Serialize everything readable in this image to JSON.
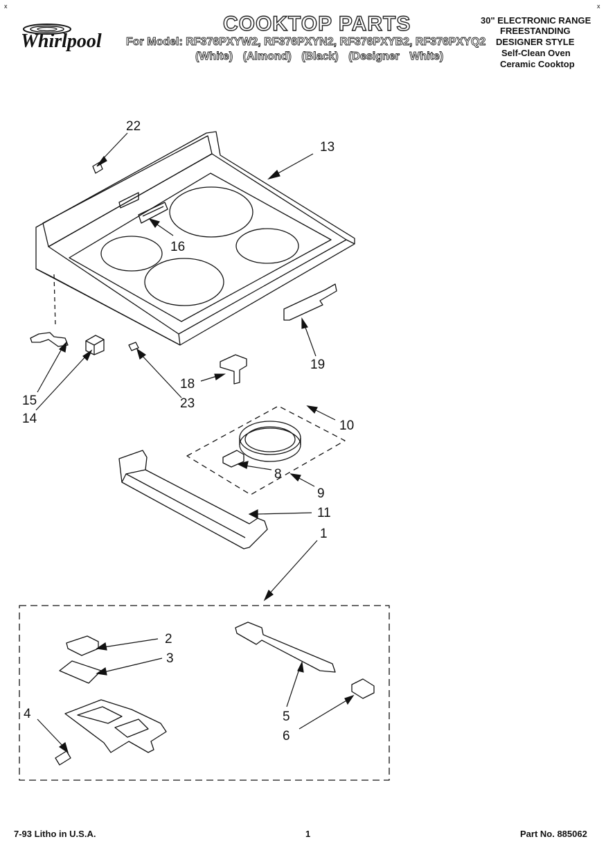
{
  "header": {
    "brand": "Whirlpool",
    "title": "COOKTOP PARTS",
    "models_line": "For Model: RF376PXYW2, RF376PXYN2, RF376PXYB2, RF376PXYQ2",
    "colors_line": "(White)  (Almond)  (Black)  (Designer White)",
    "spec_lines": [
      "30\" ELECTRONIC RANGE",
      "FREESTANDING",
      "DESIGNER STYLE",
      "Self-Clean Oven",
      "Ceramic Cooktop"
    ]
  },
  "part_labels": [
    "22",
    "13",
    "16",
    "19",
    "15",
    "14",
    "18",
    "23",
    "10",
    "8",
    "9",
    "11",
    "1",
    "2",
    "3",
    "4",
    "5",
    "6"
  ],
  "footer": {
    "left": "7-93 Litho in U.S.A.",
    "page": "1",
    "part_no": "Part No. 885062"
  }
}
